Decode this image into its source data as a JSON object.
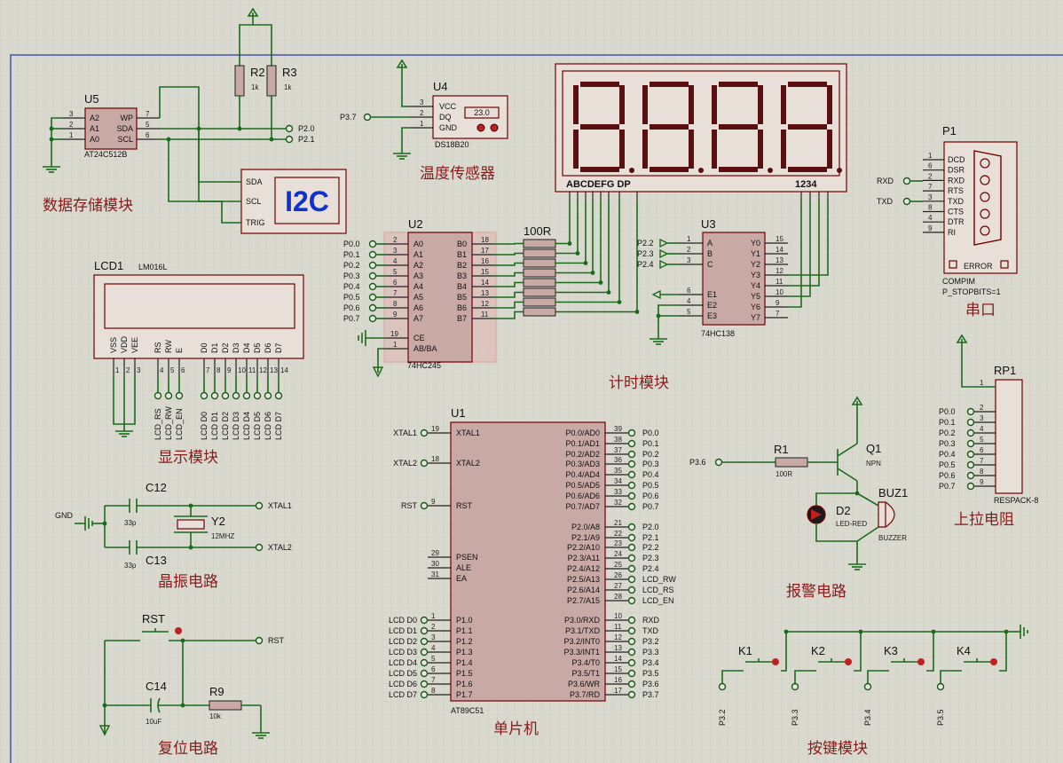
{
  "modules": {
    "storage": "数据存储模块",
    "temp": "温度传感器",
    "timer": "计时模块",
    "serial": "串口",
    "display": "显示模块",
    "pullup": "上拉电阻",
    "crystal": "晶振电路",
    "alarm": "报警电路",
    "reset": "复位电路",
    "mcu": "单片机",
    "keys": "按键模块"
  },
  "u5": {
    "ref": "U5",
    "part": "AT24C512B",
    "l": [
      "A2",
      "A1",
      "A0"
    ],
    "ln": [
      "3",
      "2",
      "1"
    ],
    "r": [
      "WP",
      "SDA",
      "SCL"
    ],
    "rn": [
      "7",
      "5",
      "6"
    ]
  },
  "r2": {
    "ref": "R2",
    "val": "1k"
  },
  "r3": {
    "ref": "R3",
    "val": "1k"
  },
  "i2c": {
    "label": "I2C",
    "pins": [
      "SDA",
      "SCL",
      "TRIG"
    ]
  },
  "p20": "P2.0",
  "p21": "P2.1",
  "u4": {
    "ref": "U4",
    "part": "DS18B20",
    "pins": [
      "VCC",
      "DQ",
      "GND"
    ],
    "pn": [
      "3",
      "2",
      "1"
    ],
    "reading": "23.0",
    "net": "P3.7"
  },
  "seg": {
    "left": "ABCDEFG DP",
    "right": "1234"
  },
  "u2": {
    "ref": "U2",
    "part": "74HC245",
    "a": [
      "A0",
      "A1",
      "A2",
      "A3",
      "A4",
      "A5",
      "A6",
      "A7"
    ],
    "an": [
      "2",
      "3",
      "4",
      "5",
      "6",
      "7",
      "8",
      "9"
    ],
    "b": [
      "B0",
      "B1",
      "B2",
      "B3",
      "B4",
      "B5",
      "B6",
      "B7"
    ],
    "bn": [
      "18",
      "17",
      "16",
      "15",
      "14",
      "13",
      "12",
      "11"
    ],
    "nets": [
      "P0.0",
      "P0.1",
      "P0.2",
      "P0.3",
      "P0.4",
      "P0.5",
      "P0.6",
      "P0.7"
    ],
    "ce": "CE",
    "ceN": "19",
    "ab": "AB/BA",
    "abN": "1"
  },
  "rn100": "100R",
  "u3": {
    "ref": "U3",
    "part": "74HC138",
    "in": [
      "A",
      "B",
      "C"
    ],
    "inN": [
      "1",
      "2",
      "3"
    ],
    "inNets": [
      "P2.2",
      "P2.3",
      "P2.4"
    ],
    "en": [
      "E1",
      "E2",
      "E3"
    ],
    "enN": [
      "6",
      "4",
      "5"
    ],
    "out": [
      "Y0",
      "Y1",
      "Y2",
      "Y3",
      "Y4",
      "Y5",
      "Y6",
      "Y7"
    ],
    "outN": [
      "15",
      "14",
      "13",
      "12",
      "11",
      "10",
      "9",
      "7"
    ]
  },
  "p1": {
    "ref": "P1",
    "part": "COMPIM",
    "prop": "P_STOPBITS=1",
    "pins": [
      "DCD",
      "DSR",
      "RXD",
      "RTS",
      "TXD",
      "CTS",
      "DTR",
      "RI"
    ],
    "pn": [
      "1",
      "6",
      "2",
      "7",
      "3",
      "8",
      "4",
      "9"
    ],
    "rxd": "RXD",
    "txd": "TXD",
    "err": "ERROR"
  },
  "lcd": {
    "ref": "LCD1",
    "part": "LM016L",
    "pins": [
      "VSS",
      "VDD",
      "VEE",
      "RS",
      "RW",
      "E",
      "D0",
      "D1",
      "D2",
      "D3",
      "D4",
      "D5",
      "D6",
      "D7"
    ],
    "pn": [
      "1",
      "2",
      "3",
      "4",
      "5",
      "6",
      "7",
      "8",
      "9",
      "10",
      "11",
      "12",
      "13",
      "14"
    ],
    "nets": [
      "LCD_RS",
      "LCD_RW",
      "LCD_EN",
      "LCD D0",
      "LCD D1",
      "LCD D2",
      "LCD D3",
      "LCD D4",
      "LCD D5",
      "LCD D6",
      "LCD D7"
    ]
  },
  "rp1": {
    "ref": "RP1",
    "part": "RESPACK-8",
    "nets": [
      "P0.0",
      "P0.1",
      "P0.2",
      "P0.3",
      "P0.4",
      "P0.5",
      "P0.6",
      "P0.7"
    ],
    "pn": [
      "1",
      "2",
      "3",
      "4",
      "5",
      "6",
      "7",
      "8",
      "9"
    ]
  },
  "u1": {
    "ref": "U1",
    "part": "AT89C51",
    "left": [
      [
        "XTAL1",
        "19",
        "XTAL1"
      ],
      [
        "XTAL2",
        "18",
        "XTAL2"
      ],
      [
        "RST",
        "9",
        "RST"
      ],
      [
        "PSEN",
        "29",
        ""
      ],
      [
        "ALE",
        "30",
        ""
      ],
      [
        "EA",
        "31",
        ""
      ],
      [
        "P1.0",
        "1",
        "LCD D0"
      ],
      [
        "P1.1",
        "2",
        "LCD D1"
      ],
      [
        "P1.2",
        "3",
        "LCD D2"
      ],
      [
        "P1.3",
        "4",
        "LCD D3"
      ],
      [
        "P1.4",
        "5",
        "LCD D4"
      ],
      [
        "P1.5",
        "6",
        "LCD D5"
      ],
      [
        "P1.6",
        "7",
        "LCD D6"
      ],
      [
        "P1.7",
        "8",
        "LCD D7"
      ]
    ],
    "right": [
      [
        "P0.0/AD0",
        "39",
        "P0.0"
      ],
      [
        "P0.1/AD1",
        "38",
        "P0.1"
      ],
      [
        "P0.2/AD2",
        "37",
        "P0.2"
      ],
      [
        "P0.3/AD3",
        "36",
        "P0.3"
      ],
      [
        "P0.4/AD4",
        "35",
        "P0.4"
      ],
      [
        "P0.5/AD5",
        "34",
        "P0.5"
      ],
      [
        "P0.6/AD6",
        "33",
        "P0.6"
      ],
      [
        "P0.7/AD7",
        "32",
        "P0.7"
      ],
      [
        "P2.0/A8",
        "21",
        "P2.0"
      ],
      [
        "P2.1/A9",
        "22",
        "P2.1"
      ],
      [
        "P2.2/A10",
        "23",
        "P2.2"
      ],
      [
        "P2.3/A11",
        "24",
        "P2.3"
      ],
      [
        "P2.4/A12",
        "25",
        "P2.4"
      ],
      [
        "P2.5/A13",
        "26",
        "LCD_RW"
      ],
      [
        "P2.6/A14",
        "27",
        "LCD_RS"
      ],
      [
        "P2.7/A15",
        "28",
        "LCD_EN"
      ],
      [
        "P3.0/RXD",
        "10",
        "RXD"
      ],
      [
        "P3.1/TXD",
        "11",
        "TXD"
      ],
      [
        "P3.2/INT0",
        "12",
        "P3.2"
      ],
      [
        "P3.3/INT1",
        "13",
        "P3.3"
      ],
      [
        "P3.4/T0",
        "14",
        "P3.4"
      ],
      [
        "P3.5/T1",
        "15",
        "P3.5"
      ],
      [
        "P3.6/WR",
        "16",
        "P3.6"
      ],
      [
        "P3.7/RD",
        "17",
        "P3.7"
      ]
    ]
  },
  "xtal": {
    "c12": "C12",
    "c13": "C13",
    "cval": "33p",
    "y2": "Y2",
    "yval": "12MHZ",
    "gnd": "GND",
    "x1": "XTAL1",
    "x2": "XTAL2"
  },
  "alarm": {
    "r1": "R1",
    "r1v": "100R",
    "q1": "Q1",
    "q1t": "NPN",
    "d2": "D2",
    "d2t": "LED-RED",
    "buz": "BUZ1",
    "buzt": "BUZZER",
    "net": "P3.6"
  },
  "rst": {
    "rst": "RST",
    "c14": "C14",
    "c14v": "10uF",
    "r9": "R9",
    "r9v": "10k",
    "net": "RST"
  },
  "keys": {
    "k": [
      "K1",
      "K2",
      "K3",
      "K4"
    ],
    "nets": [
      "P3.2",
      "P3.3",
      "P3.4",
      "P3.5"
    ]
  }
}
